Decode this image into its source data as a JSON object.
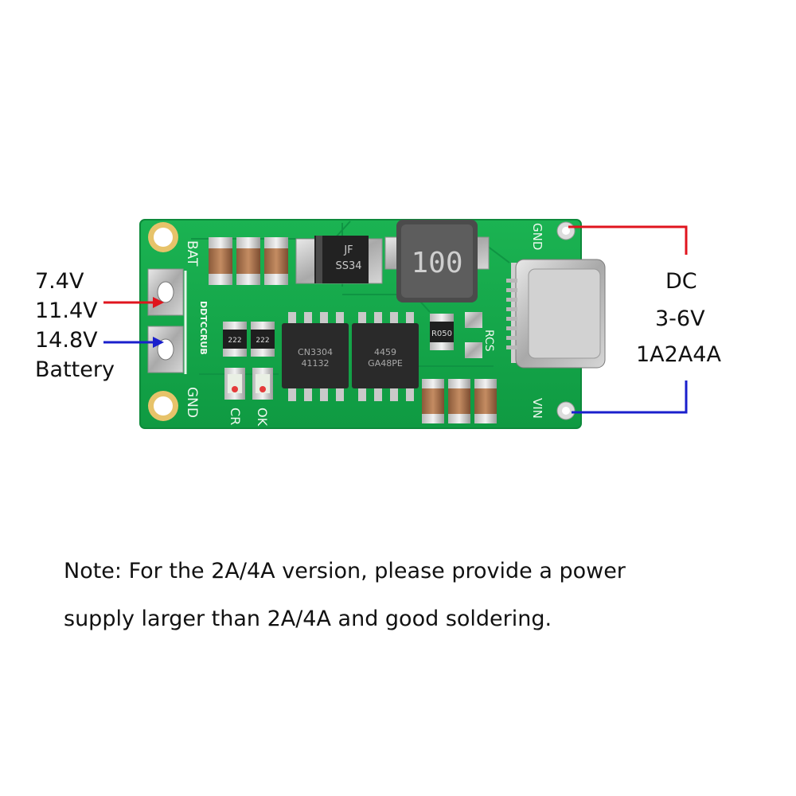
{
  "battery": {
    "voltages": [
      "7.4V",
      "11.4V",
      "14.8V"
    ],
    "label": "Battery"
  },
  "dc_input": {
    "label": "DC",
    "voltage": "3-6V",
    "current": "1A2A4A"
  },
  "note": {
    "line1": "Note: For the 2A/4A version, please provide a power",
    "line2": "supply larger than 2A/4A and good soldering."
  },
  "board": {
    "silkscreen": {
      "bat": "BAT",
      "gnd_left": "GND",
      "gnd_right": "GND",
      "vin": "VIN",
      "model": "DDTCCRUB",
      "cr": "CR",
      "ok": "OK",
      "rcs": "RCS"
    },
    "inductor": "100",
    "diode": [
      "JF",
      "SS34"
    ],
    "chip1": [
      "CN3304",
      "41132"
    ],
    "chip2": [
      "4459",
      "GA48PE"
    ],
    "resistor_sense": "R050",
    "resistor_small": [
      "222",
      "222"
    ]
  },
  "colors": {
    "pcb": "#13a84a",
    "positive_wire": "#e0141e",
    "negative_wire": "#1a1fcc"
  }
}
